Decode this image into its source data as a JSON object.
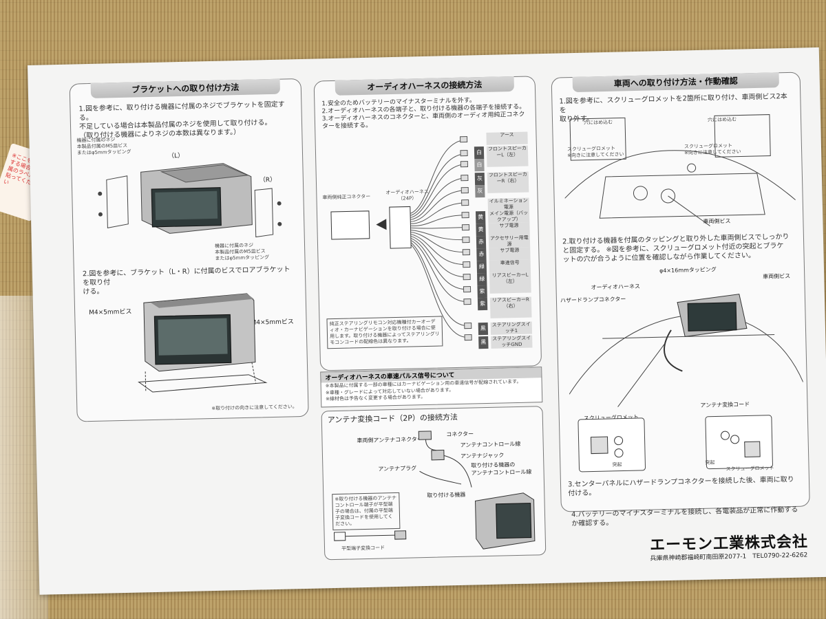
{
  "sticker_text": "※ここを使用する場合は付属のラベルを貼ってください",
  "panel1": {
    "title": "ブラケットへの取り付け方法",
    "step1": "1.図を参考に、取り付ける機器に付属のネジでブラケットを固定する。",
    "step1b": "不足している場合は本製品付属のネジを使用して取り付ける。",
    "step1c": "（取り付ける機器によりネジの本数は異なります。）",
    "label_screw": "機器に付属のネジ",
    "label_screw2": "本製品付属のM5皿ビス",
    "label_screw3": "またはφ5mmタッピング",
    "label_L": "（L）",
    "label_R": "（R）",
    "label_screw_b": "機器に付属のネジ",
    "label_screw_b2": "本製品付属のM5皿ビス",
    "label_screw_b3": "またはφ5mmタッピング",
    "step2": "2.図を参考に、ブラケット（L・R）に付属のビスでロアブラケットを取り付",
    "step2b": "ける。",
    "m4_left": "M4×5mmビス",
    "m4_right": "M4×5mmビス",
    "note": "※取り付けの向きに注意してください。"
  },
  "panel2": {
    "title": "オーディオハーネスの接続方法",
    "s1": "1.安全のためバッテリーのマイナスターミナルを外す。",
    "s2": "2.オーディオハーネスの各端子と、取り付ける機器の各端子を接続する。",
    "s3": "3.オーディオハーネスのコネクターと、車両側のオーディオ用純正コネク",
    "s3b": "ターを接続する。",
    "car_connector": "車両側純正コネクター",
    "harness": "オーディオハーネス",
    "harness_pins": "（24P）",
    "wires": [
      {
        "label": "アース",
        "tag": ""
      },
      {
        "label": "フロントスピーカーL（左）",
        "tag": "白"
      },
      {
        "label": "",
        "tag": "白"
      },
      {
        "label": "フロントスピーカーR（右）",
        "tag": "灰"
      },
      {
        "label": "",
        "tag": "灰"
      },
      {
        "label": "イルミネーション電源",
        "tag": ""
      },
      {
        "label": "メイン電源（バックアップ）",
        "tag": "黄"
      },
      {
        "label": "サブ電源",
        "tag": "黄"
      },
      {
        "label": "アクセサリー用電源",
        "tag": "赤"
      },
      {
        "label": "サブ電源",
        "tag": "赤"
      },
      {
        "label": "車速信号",
        "tag": "緑"
      },
      {
        "label": "リアスピーカーL（左）",
        "tag": "緑"
      },
      {
        "label": "",
        "tag": "紫"
      },
      {
        "label": "リアスピーカーR（右）",
        "tag": "紫"
      },
      {
        "label": "ステアリングスイッチ1",
        "tag": "黒"
      },
      {
        "label": "ステアリングスイッチGND",
        "tag": "黒"
      }
    ],
    "steer_note": "純正ステアリングリモコン対応機種付カーオーディオ・カーナビゲーションを取り付ける場合に使用します。取り付ける機器によってステアリングリモコンコードの配線色は異なります。",
    "speed_title": "オーディオハーネスの車速パルス信号について",
    "speed_note": "※本製品に付属する一部の車種にはカーナビゲーション用の車速信号が配線されています。",
    "speed_note2": "※車種・グレードによって対応していない場合があります。",
    "speed_note3": "※線材色は予告なく変更する場合があります。",
    "antenna_title": "アンテナ変換コード（2P）の接続方法",
    "ant_car": "車両側アンテナコネクター",
    "ant_connector": "コネクター",
    "ant_control": "アンテナコントロール線",
    "ant_jack": "アンテナジャック",
    "ant_plug": "アンテナプラグ",
    "ant_device_control": "取り付ける機器の",
    "ant_device_control2": "アンテナコントロール線",
    "ant_device": "取り付ける機器",
    "ant_note": "※取り付ける機器のアンテナコントロール端子が平型端子の場合は、付属の平型端子変換コードを使用してください。",
    "flat_code": "平型端子変換コード"
  },
  "panel3": {
    "title": "車両への取り付け方法・作動確認",
    "s1": "1.図を参考に、スクリューグロメットを2箇所に取り付け、車両側ビス2本を",
    "s1b": "取り外す。",
    "hole1": "穴にはめ込む",
    "hole2": "穴にはめ込む",
    "grommet1": "スクリューグロメット",
    "grommet1b": "※向きに注意してください",
    "grommet2": "スクリューグロメット",
    "grommet2b": "※向きに注意してください",
    "car_screw": "車両側ビス",
    "s2": "2.取り付ける機器を付属のタッピングと取り外した車両側ビスでしっかり",
    "s2b": "と固定する。 ※図を参考に、スクリューグロメット付近の突起とブラケ",
    "s2c": "ットの穴が合うように位置を確認しながら作業してください。",
    "tapping": "φ4×16mmタッピング",
    "car_screw2": "車両側ビス",
    "audio_harness": "オーディオハーネス",
    "hazard": "ハザードランプコネクター",
    "antenna_code": "アンテナ変換コード",
    "grommet3": "スクリューグロメット",
    "grommet4": "スクリューグロメット",
    "protrusion1": "突起",
    "protrusion2": "突起",
    "s3": "3.センターパネルにハザードランプコネクターを接続した後、車両に取り",
    "s3b": "付ける。",
    "s4": "4.バッテリーのマイナスターミナルを接続し、各電装品が正常に作動する",
    "s4b": "か確認する。"
  },
  "company": "エーモン工業株式会社",
  "address": "兵庫県神崎郡福崎町南田原2077-1　TEL0790-22-6262"
}
